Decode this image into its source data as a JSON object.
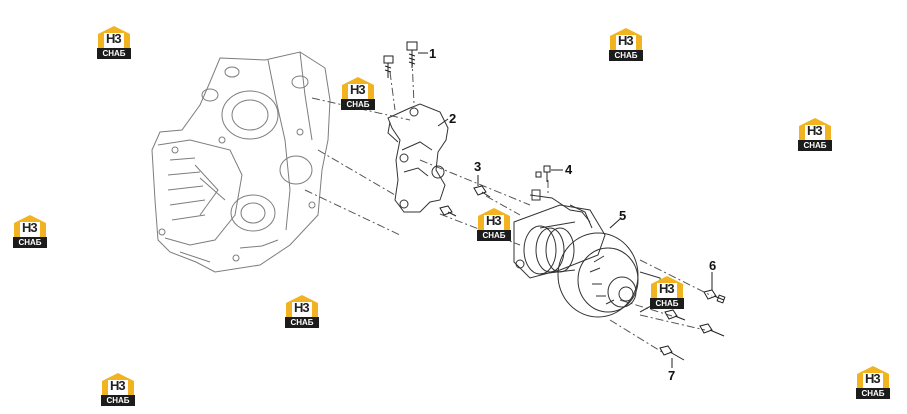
{
  "callouts": {
    "c1": "1",
    "c2": "2",
    "c3": "3",
    "c4": "4",
    "c5": "5",
    "c6": "6",
    "c7": "7"
  },
  "watermark": {
    "letters": "H3",
    "word": "СНАБ",
    "colors": {
      "accent": "#f2b320",
      "dark": "#1c1c1c"
    }
  },
  "colors": {
    "line": "#3a3a3a",
    "light_line": "#8a8a8a"
  }
}
